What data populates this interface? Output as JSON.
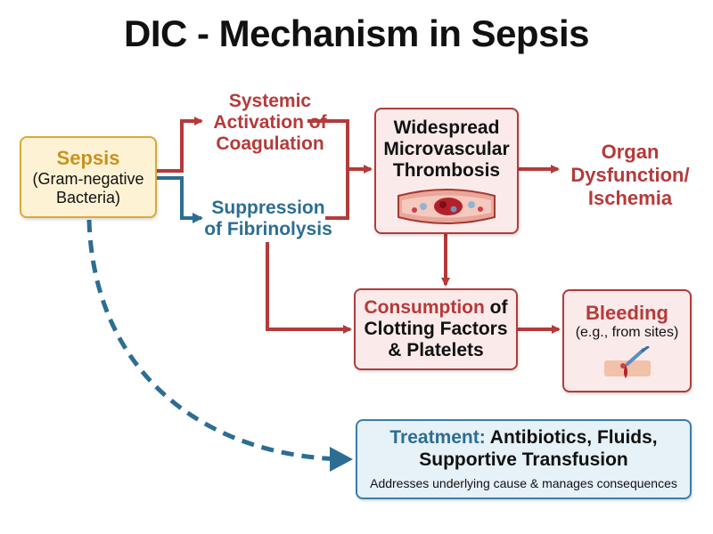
{
  "title": "DIC - Mechanism in Sepsis",
  "sepsis": {
    "title": "Sepsis",
    "lines": [
      "(Gram-negative",
      "Bacteria)"
    ]
  },
  "activation": {
    "lines": [
      "Systemic",
      "Activation of",
      "Coagulation"
    ]
  },
  "suppression": {
    "lines": [
      "Suppression",
      "of Fibrinolysis"
    ]
  },
  "thrombosis": {
    "lines": [
      "Widespread",
      "Microvascular",
      "Thrombosis"
    ],
    "illustration_icon": "blood-vessel-clot-icon"
  },
  "organ": {
    "lines": [
      "Organ",
      "Dysfunction/",
      "Ischemia"
    ]
  },
  "consumption": {
    "highlight": "Consumption",
    "rest": " of",
    "lines": [
      "Clotting Factors",
      "& Platelets"
    ]
  },
  "bleeding": {
    "title": "Bleeding",
    "sub": "(e.g., from sites)",
    "illustration_icon": "needle-site-bleeding-icon"
  },
  "treatment": {
    "label": "Treatment:",
    "line1_rest": " Antibiotics, Fluids,",
    "line2": "Supportive Transfusion",
    "note": "Addresses underlying cause & manages consequences"
  },
  "colors": {
    "red": "#b53a3a",
    "blue": "#2c6e93",
    "gold": "#c8921e",
    "red_box_fill": "#fbeaea",
    "gold_box_fill": "#fdf3d4",
    "blue_box_fill": "#e6f1f8"
  }
}
